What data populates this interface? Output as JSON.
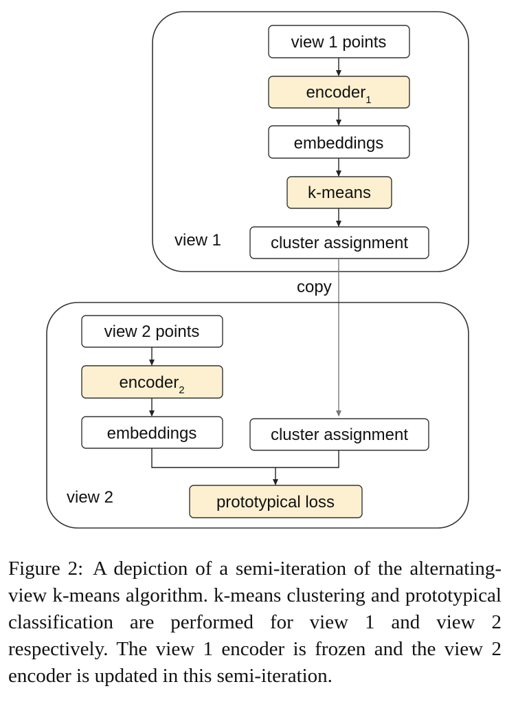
{
  "diagram": {
    "view1": {
      "label": "view 1",
      "points": "view 1 points",
      "encoder": "encoder",
      "encoder_sub": "1",
      "embeddings": "embeddings",
      "kmeans": "k-means",
      "cluster": "cluster assignment"
    },
    "copy_label": "copy",
    "view2": {
      "label": "view 2",
      "points": "view 2 points",
      "encoder": "encoder",
      "encoder_sub": "2",
      "embeddings": "embeddings",
      "cluster": "cluster assignment",
      "loss": "prototypical loss"
    },
    "colors": {
      "highlight_fill": "#fcf0d0",
      "plain_fill": "#ffffff",
      "stroke": "#333333",
      "copy_arrow": "#777777"
    }
  },
  "caption": {
    "label": "Figure 2:",
    "text": "A depiction of a semi-iteration of the alternating-view k-means algorithm. k-means clustering and prototypical classification are performed for view 1 and view 2 respectively. The view 1 encoder is frozen and the view 2 encoder is updated in this semi-iteration."
  }
}
